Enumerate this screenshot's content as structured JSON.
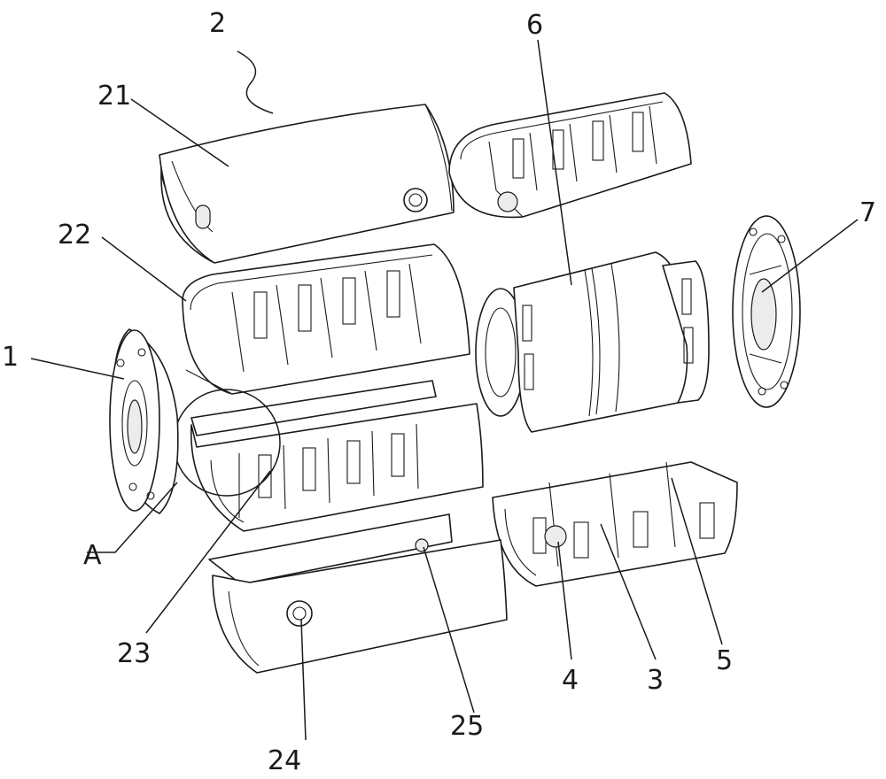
{
  "diagram": {
    "labels": {
      "assembly": "2",
      "top_cover": "21",
      "upper_clamp_left": "22",
      "lower_clamp_left": "23",
      "bottom_cover_screw": "24",
      "bottom_cover_hole": "25",
      "left_flange": "1",
      "detail_marker": "A",
      "center_sleeve": "6",
      "right_flange": "7",
      "pin": "4",
      "lower_clamp_right": "3",
      "spring_slot": "5"
    },
    "colors": {
      "line": "#1a1a1a",
      "background": "#ffffff",
      "shade": "#ececec"
    }
  }
}
